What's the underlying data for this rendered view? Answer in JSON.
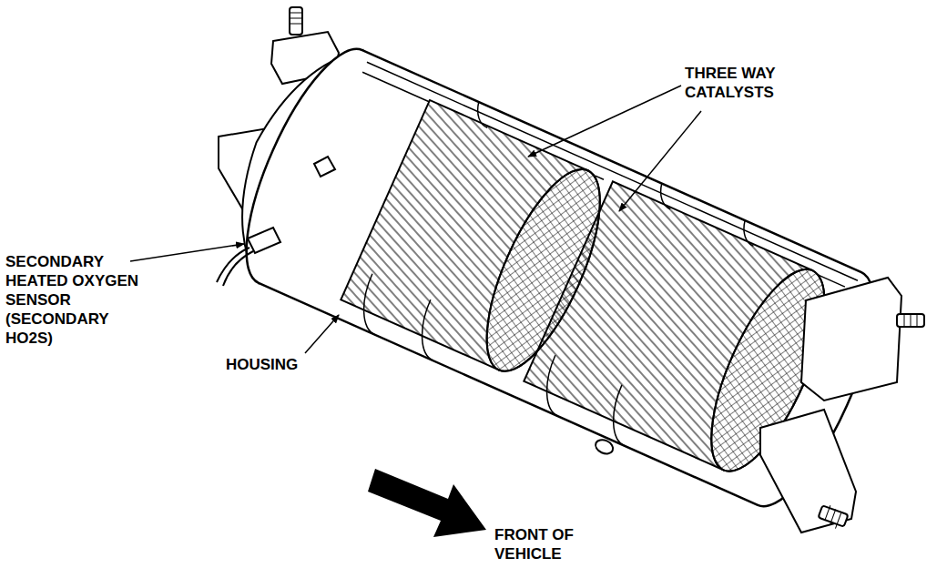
{
  "diagram": {
    "labels": [
      "THREE WAY CATALYSTS",
      "SECONDARY HEATED OXYGEN SENSOR (SECONDARY HO2S)",
      "HOUSING",
      "FRONT OF VEHICLE"
    ]
  }
}
